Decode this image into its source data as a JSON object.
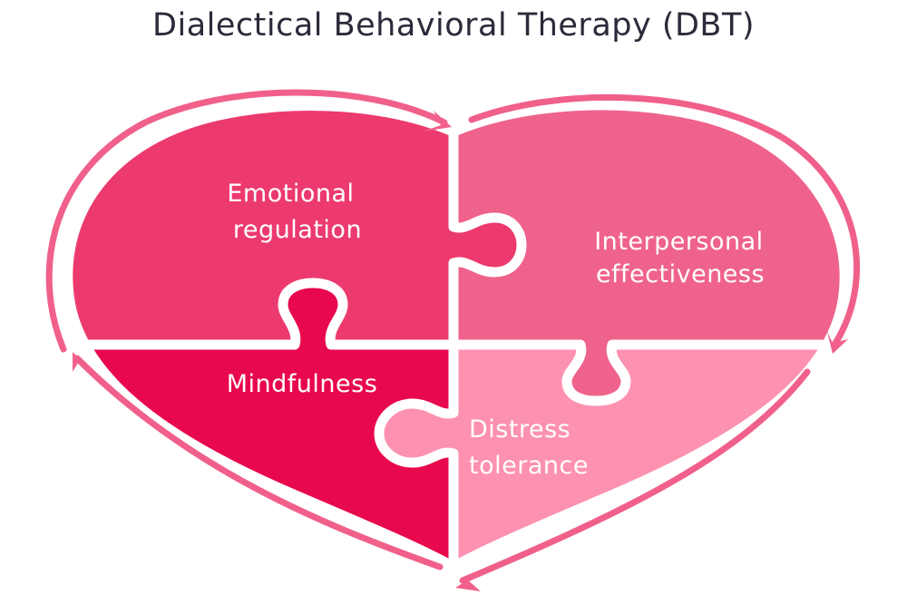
{
  "title": "Dialectical Behavioral Therapy (DBT)",
  "pieces": [
    {
      "id": "emotional-regulation",
      "lines": [
        "Emotional",
        "regulation"
      ],
      "color": "#ec3a6e",
      "position": "top-left"
    },
    {
      "id": "interpersonal-effectiveness",
      "lines": [
        "Interpersonal",
        "effectiveness"
      ],
      "color": "#ef628c",
      "position": "top-right"
    },
    {
      "id": "mindfulness",
      "lines": [
        "Mindfulness"
      ],
      "color": "#e8084d",
      "position": "bottom-left"
    },
    {
      "id": "distress-tolerance",
      "lines": [
        "Distress",
        "tolerance"
      ],
      "color": "#fd91b0",
      "position": "bottom-right"
    }
  ],
  "arrows": {
    "color": "#f0608a",
    "direction": "clockwise"
  },
  "title_color": "#2a2a3a"
}
